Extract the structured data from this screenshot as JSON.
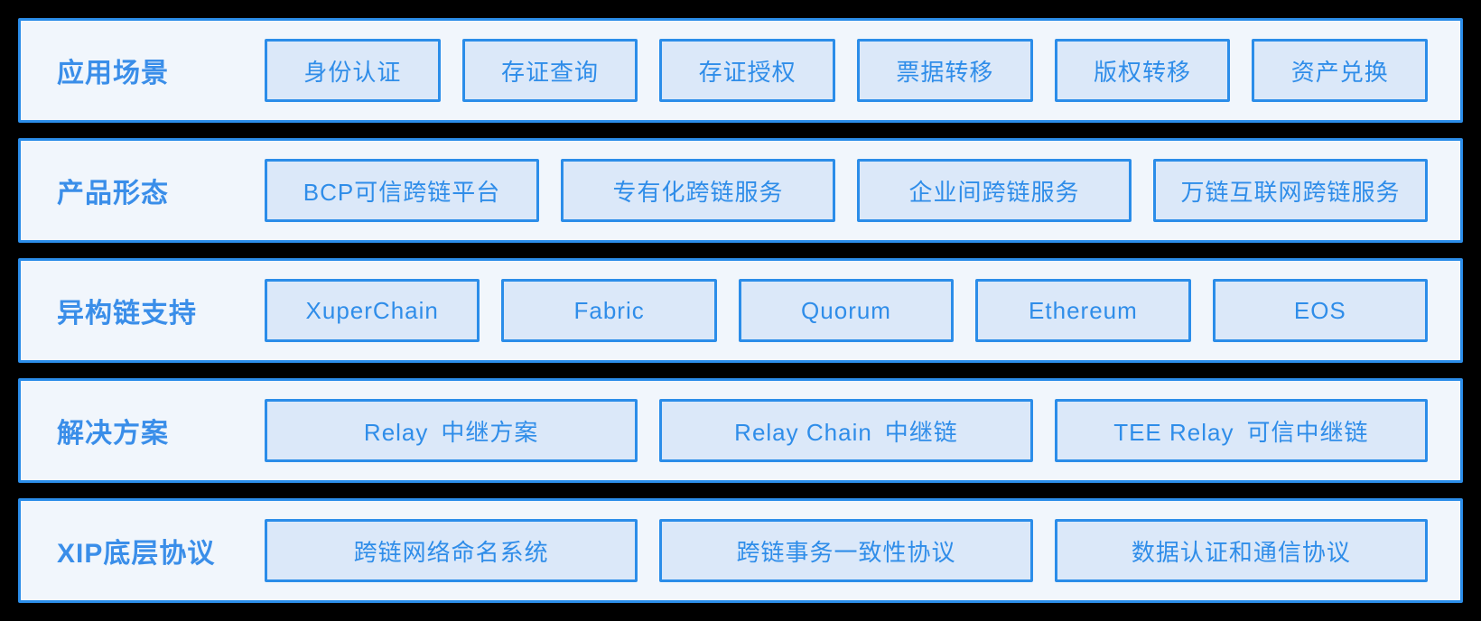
{
  "colors": {
    "page_background": "#000000",
    "panel_background": "#f1f6fc",
    "panel_border": "#2b8de9",
    "box_fill": "#dbe8f9",
    "box_border": "#2b8de9",
    "box_text": "#2f8de9",
    "label_text": "#3a8ee9"
  },
  "rows": [
    {
      "label": "应用场景",
      "items": [
        "身份认证",
        "存证查询",
        "存证授权",
        "票据转移",
        "版权转移",
        "资产兑换"
      ]
    },
    {
      "label": "产品形态",
      "items": [
        "BCP可信跨链平台",
        "专有化跨链服务",
        "企业间跨链服务",
        "万链互联网跨链服务"
      ]
    },
    {
      "label": "异构链支持",
      "items": [
        "XuperChain",
        "Fabric",
        "Quorum",
        "Ethereum",
        "EOS"
      ]
    },
    {
      "label": "解决方案",
      "items": [
        "Relay 中继方案",
        "Relay Chain 中继链",
        "TEE Relay 可信中继链"
      ]
    },
    {
      "label": "XIP底层协议",
      "items": [
        "跨链网络命名系统",
        "跨链事务一致性协议",
        "数据认证和通信协议"
      ]
    }
  ]
}
